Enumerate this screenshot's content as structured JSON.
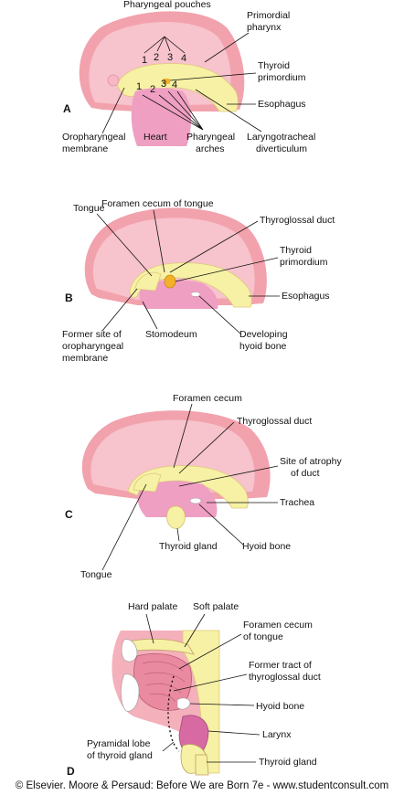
{
  "colors": {
    "embryo_outer": "#f2a2ad",
    "embryo_inner": "#f7c3cc",
    "pharynx": "#f6f1a5",
    "heart": "#ef9fc2",
    "thyroid": "#f2b128",
    "thyroid_gland": "#ea8fb4"
  },
  "panels": {
    "a": {
      "letter": "A",
      "pharyngeal_pouches": "Pharyngeal pouches",
      "pouch_numbers": [
        "1",
        "2",
        "3",
        "4"
      ],
      "arch_numbers": [
        "1",
        "2",
        "3",
        "4"
      ],
      "primordial_pharynx": [
        "Primordial",
        "pharynx"
      ],
      "thyroid_primordium": [
        "Thyroid",
        "primordium"
      ],
      "esophagus": "Esophagus",
      "oropharyngeal_membrane": [
        "Oropharyngeal",
        "membrane"
      ],
      "heart": "Heart",
      "pharyngeal_arches": [
        "Pharyngeal",
        "arches"
      ],
      "laryngotracheal_diverticulum": [
        "Laryngotracheal",
        "diverticulum"
      ]
    },
    "b": {
      "letter": "B",
      "foramen_cecum_of_tongue": "Foramen cecum of tongue",
      "tongue": "Tongue",
      "thyroglossal_duct": "Thyroglossal duct",
      "thyroid_primordium": [
        "Thyroid",
        "primordium"
      ],
      "esophagus": "Esophagus",
      "former_site": [
        "Former site of",
        "oropharyngeal",
        "membrane"
      ],
      "stomodeum": "Stomodeum",
      "developing_hyoid_bone": [
        "Developing",
        "hyoid bone"
      ]
    },
    "c": {
      "letter": "C",
      "foramen_cecum": "Foramen cecum",
      "thyroglossal_duct": "Thyroglossal duct",
      "site_of_atrophy": [
        "Site of atrophy",
        "of duct"
      ],
      "trachea": "Trachea",
      "thyroid_gland": "Thyroid gland",
      "hyoid_bone": "Hyoid bone",
      "tongue": "Tongue"
    },
    "d": {
      "letter": "D",
      "hard_palate": "Hard palate",
      "soft_palate": "Soft palate",
      "foramen_cecum_of_tongue": [
        "Foramen cecum",
        "of tongue"
      ],
      "former_tract": [
        "Former tract of",
        "thyroglossal duct"
      ],
      "hyoid_bone": "Hyoid bone",
      "larynx": "Larynx",
      "pyramidal_lobe": [
        "Pyramidal lobe",
        "of thyroid gland"
      ],
      "thyroid_gland": "Thyroid gland"
    }
  },
  "copyright": "© Elsevier. Moore & Persaud: Before We are Born 7e - www.studentconsult.com"
}
